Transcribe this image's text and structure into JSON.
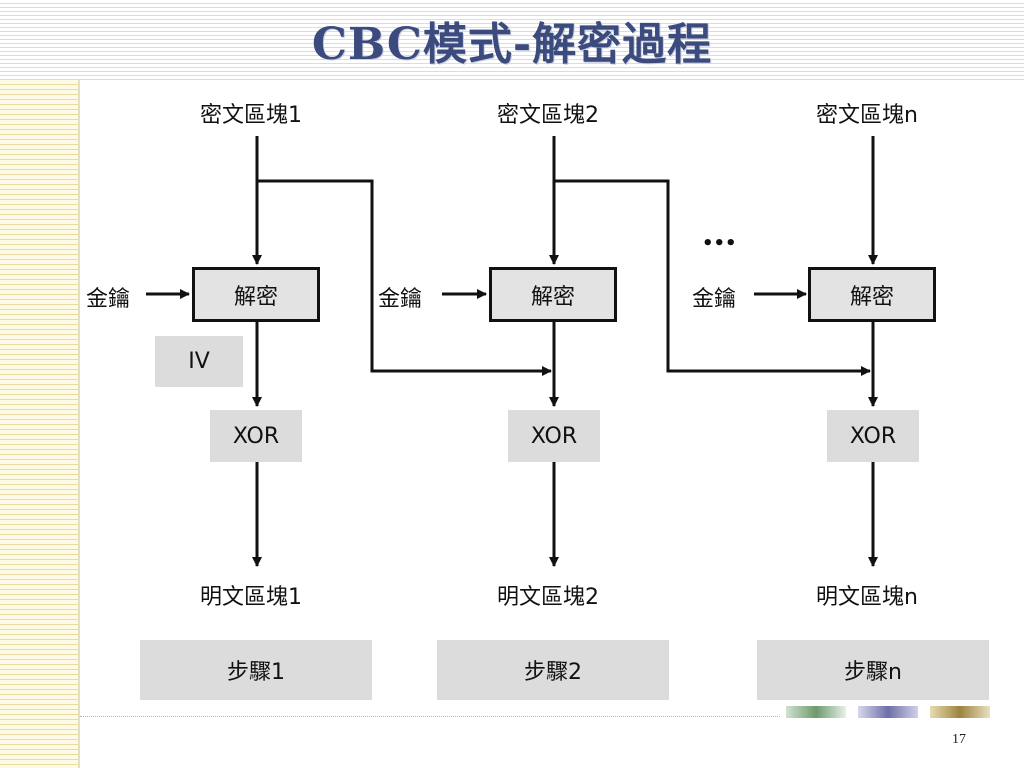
{
  "slide": {
    "title": "CBC模式-解密過程",
    "page_number": "17"
  },
  "columns": [
    {
      "cipher_block": "密文區塊1",
      "key_label": "金鑰",
      "decrypt_label": "解密",
      "xor_label": "XOR",
      "plain_block": "明文區塊1",
      "step_label": "步驟1"
    },
    {
      "cipher_block": "密文區塊2",
      "key_label": "金鑰",
      "decrypt_label": "解密",
      "xor_label": "XOR",
      "plain_block": "明文區塊2",
      "step_label": "步驟2"
    },
    {
      "cipher_block": "密文區塊n",
      "key_label": "金鑰",
      "decrypt_label": "解密",
      "xor_label": "XOR",
      "plain_block": "明文區塊n",
      "step_label": "步驟n"
    }
  ],
  "iv_label": "IV",
  "ellipsis": "•••",
  "colors": {
    "title": "#3b4b7e",
    "box_fill": "#dcdcdc",
    "line": "#111111"
  }
}
